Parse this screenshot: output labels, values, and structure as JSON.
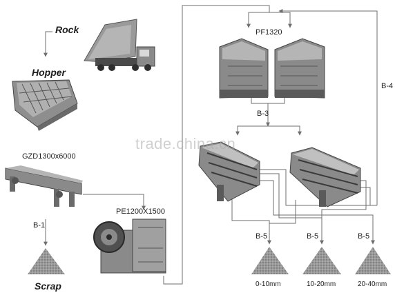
{
  "labels": {
    "rock": "Rock",
    "hopper": "Hopper",
    "feeder_model": "GZD1300x6000",
    "belt_b1": "B-1",
    "scrap": "Scrap",
    "jaw_model": "PE1200X1500",
    "impact_model": "PF1320",
    "belt_b3": "B-3",
    "belt_b4": "B-4",
    "belt_b5_a": "B-5",
    "belt_b5_b": "B-5",
    "belt_b5_c": "B-5",
    "size_1": "0-10mm",
    "size_2": "10-20mm",
    "size_3": "20-40mm"
  },
  "watermark": "trade.china.cn",
  "colors": {
    "line": "#6e6e6e",
    "machine": "#8d8d8d",
    "dark": "#3d3d3d",
    "pile": "#a8a8a8"
  }
}
